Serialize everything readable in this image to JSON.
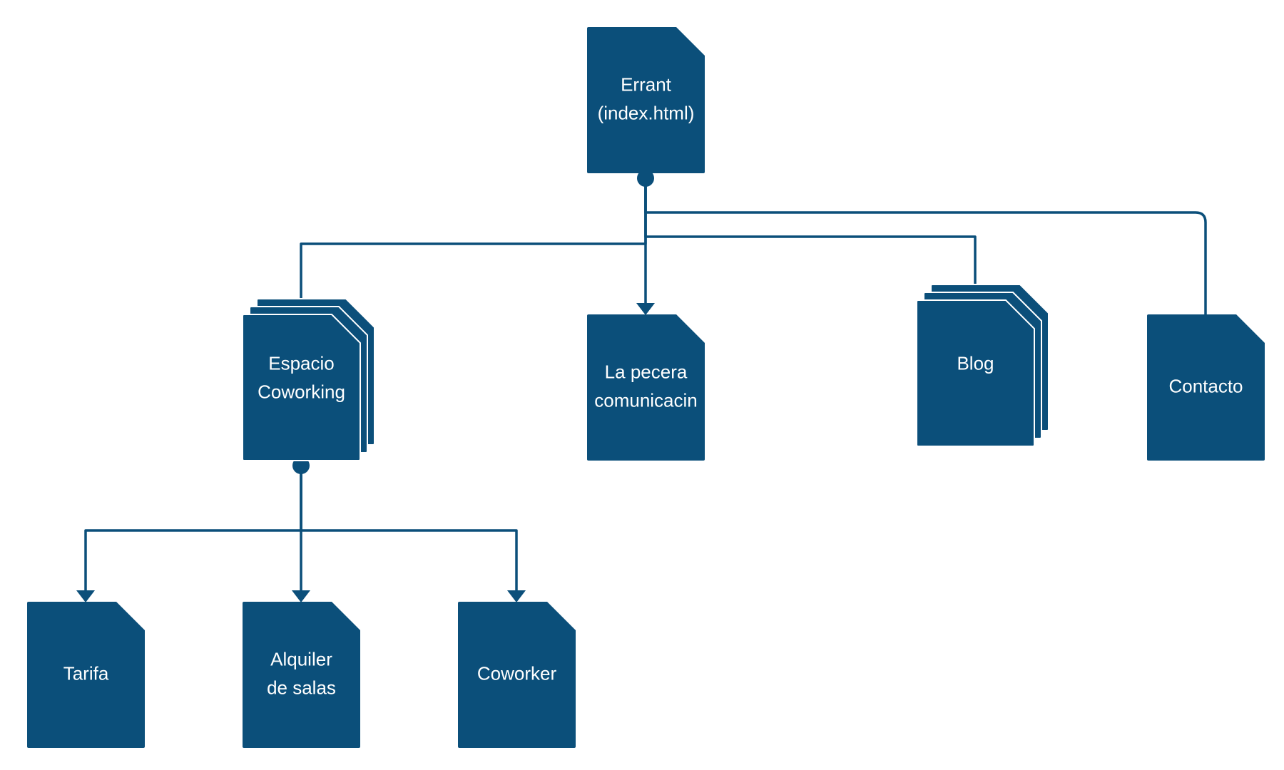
{
  "diagram": {
    "colors": {
      "node_fill": "#0b4f7a",
      "connector": "#0b4f7a",
      "background": "#ffffff"
    },
    "nodes": {
      "root": {
        "lines": [
          "Errant",
          "(index.html)"
        ],
        "icon": "document-icon"
      },
      "espacio": {
        "lines": [
          "Espacio",
          "Coworking"
        ],
        "icon": "stacked-documents-icon"
      },
      "pecera": {
        "lines": [
          "La pecera",
          "comunicacin"
        ],
        "icon": "document-icon"
      },
      "blog": {
        "lines": [
          "Blog"
        ],
        "icon": "stacked-documents-icon"
      },
      "contacto": {
        "lines": [
          "Contacto"
        ],
        "icon": "document-icon"
      },
      "tarifa": {
        "lines": [
          "Tarifa"
        ],
        "icon": "document-icon"
      },
      "alquiler": {
        "lines": [
          "Alquiler",
          "de salas"
        ],
        "icon": "document-icon"
      },
      "coworker": {
        "lines": [
          "Coworker"
        ],
        "icon": "document-icon"
      }
    },
    "edges": [
      {
        "from": "root",
        "to": "espacio"
      },
      {
        "from": "root",
        "to": "pecera"
      },
      {
        "from": "root",
        "to": "blog"
      },
      {
        "from": "root",
        "to": "contacto"
      },
      {
        "from": "espacio",
        "to": "tarifa"
      },
      {
        "from": "espacio",
        "to": "alquiler"
      },
      {
        "from": "espacio",
        "to": "coworker"
      }
    ]
  }
}
